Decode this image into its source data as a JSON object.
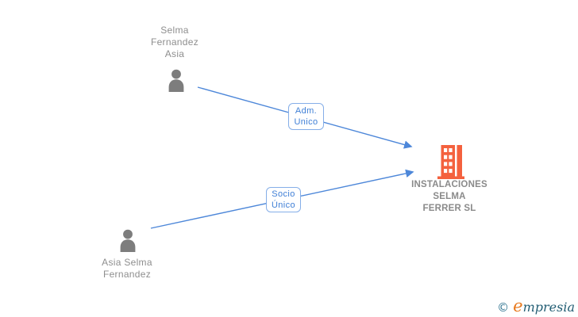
{
  "diagram_type": "company-ownership-graph",
  "colors": {
    "connector_blue": "#4d87d9",
    "edge_label_border": "#85aee8",
    "edge_label_text": "#3f7fd6",
    "person_icon_gray": "#7d7d7d",
    "person_name_gray": "#8e8e8e",
    "company_icon_orange": "#f4613e",
    "company_name_gray": "#8a8a8a",
    "logo_orange": "#e8791d",
    "logo_teal": "#2e7390",
    "logo_dark_teal": "#235e74"
  },
  "nodes": {
    "person_top": {
      "type": "person",
      "lines": [
        "Selma",
        "Fernandez",
        "Asia"
      ],
      "full_name": "Selma Fernandez Asia"
    },
    "person_bottom": {
      "type": "person",
      "lines": [
        "Asia Selma",
        "Fernandez"
      ],
      "full_name": "Asia Selma Fernandez"
    },
    "company": {
      "type": "company",
      "lines": [
        "INSTALACIONES",
        "SELMA",
        "FERRER SL"
      ],
      "full_name": "INSTALACIONES SELMA FERRER SL"
    }
  },
  "edges": {
    "adm_unico": {
      "lines": [
        "Adm.",
        "Unico"
      ],
      "label": "Adm. Unico",
      "from": "Selma Fernandez Asia",
      "to": "INSTALACIONES SELMA FERRER SL"
    },
    "socio_unico": {
      "lines": [
        "Socio",
        "Único"
      ],
      "label": "Socio Único",
      "from": "Asia Selma Fernandez",
      "to": "INSTALACIONES SELMA FERRER SL"
    }
  },
  "footer": {
    "copyright_symbol": "©",
    "brand_initial": "e",
    "brand_rest": "mpresia",
    "brand_full": "Empresia"
  }
}
